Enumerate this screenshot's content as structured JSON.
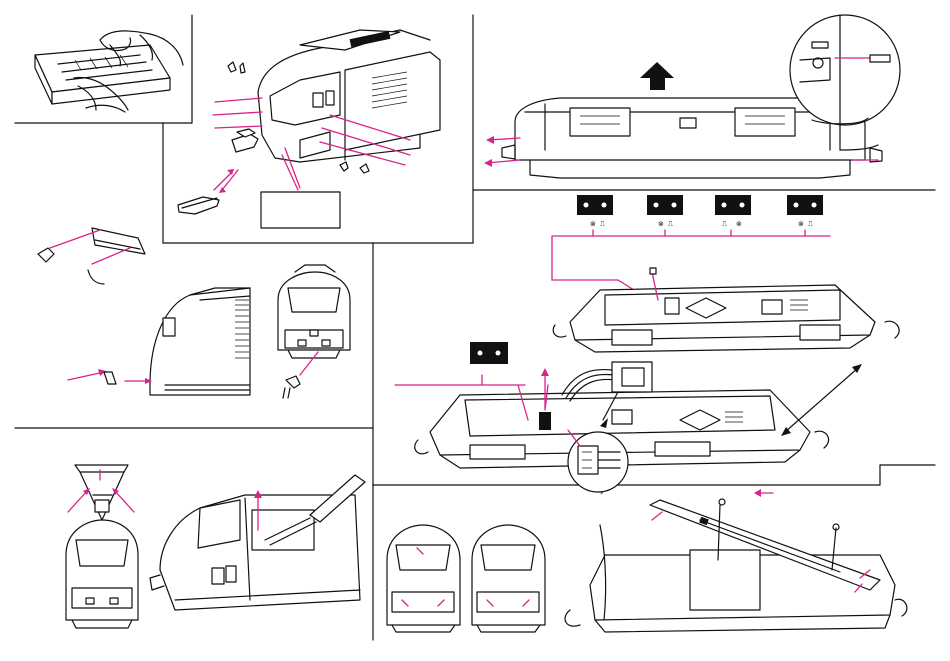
{
  "page": {
    "kind": "assembly-instruction-sheet",
    "accent_color": "#d8238a",
    "line_color": "#111111"
  },
  "panels": [
    {
      "id": "hand-packaging",
      "icons": [
        "hand-icon",
        "locomotive-box-icon"
      ]
    },
    {
      "id": "loco-front-detail",
      "icons": [
        "locomotive-front-icon",
        "clip-icon",
        "coupler-icon"
      ],
      "blank_label": ""
    },
    {
      "id": "body-removal",
      "icons": [
        "locomotive-chassis-icon",
        "up-arrow-icon",
        "detail-magnifier-icon"
      ]
    },
    {
      "id": "decoder-sockets",
      "icons": [
        "decoder-plug-icon",
        "locomotive-chassis-icon",
        "double-arrow-icon"
      ]
    },
    {
      "id": "pantograph-front",
      "icons": [
        "pantograph-icon",
        "locomotive-front-icon"
      ]
    },
    {
      "id": "screwdriver-opening",
      "icons": [
        "screwdriver-icon",
        "locomotive-body-icon"
      ]
    },
    {
      "id": "lighting-board",
      "icons": [
        "locomotive-front-icon",
        "circuit-board-icon",
        "left-arrow-icon"
      ]
    }
  ],
  "decoder_plugs": [
    {
      "mark": "⊗",
      "symbol": "⎍"
    },
    {
      "mark": "⊗",
      "symbol": "⎍"
    },
    {
      "mark": "⊗",
      "symbol": "⎍"
    },
    {
      "mark": "⊗",
      "symbol": "⎍"
    }
  ],
  "asterisk_note": "*"
}
